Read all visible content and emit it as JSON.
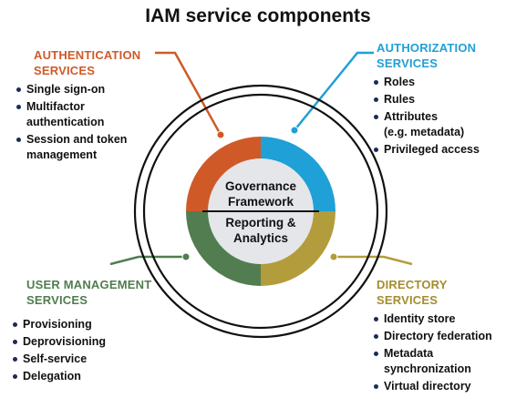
{
  "title": "IAM service components",
  "colors": {
    "authentication": "#cf5a28",
    "authorization": "#1fa0d6",
    "user_management": "#517d50",
    "directory": "#b39c3c",
    "center_fill": "#e4e6ea",
    "ring": "#111111"
  },
  "center": {
    "governance_line1": "Governance",
    "governance_line2": "Framework",
    "reporting_line1": "Reporting &",
    "reporting_line2": "Analytics"
  },
  "authentication": {
    "title_line1": "AUTHENTICATION",
    "title_line2": "SERVICES",
    "items": [
      {
        "line1": "Single sign-on"
      },
      {
        "line1": "Multifactor",
        "line2": "authentication"
      },
      {
        "line1": "Session and token",
        "line2": "management"
      }
    ]
  },
  "authorization": {
    "title_line1": "AUTHORIZATION",
    "title_line2": "SERVICES",
    "items": [
      {
        "line1": "Roles"
      },
      {
        "line1": "Rules"
      },
      {
        "line1": "Attributes",
        "line2": "(e.g. metadata)"
      },
      {
        "line1": "Privileged access"
      }
    ]
  },
  "user_management": {
    "title_line1": "USER MANAGEMENT",
    "title_line2": "SERVICES",
    "items": [
      {
        "line1": "Provisioning"
      },
      {
        "line1": "Deprovisioning"
      },
      {
        "line1": "Self-service"
      },
      {
        "line1": "Delegation"
      }
    ]
  },
  "directory": {
    "title_line1": "DIRECTORY",
    "title_line2": "SERVICES",
    "items": [
      {
        "line1": "Identity store"
      },
      {
        "line1": "Directory federation"
      },
      {
        "line1": "Metadata",
        "line2": "synchronization"
      },
      {
        "line1": "Virtual directory"
      }
    ]
  }
}
